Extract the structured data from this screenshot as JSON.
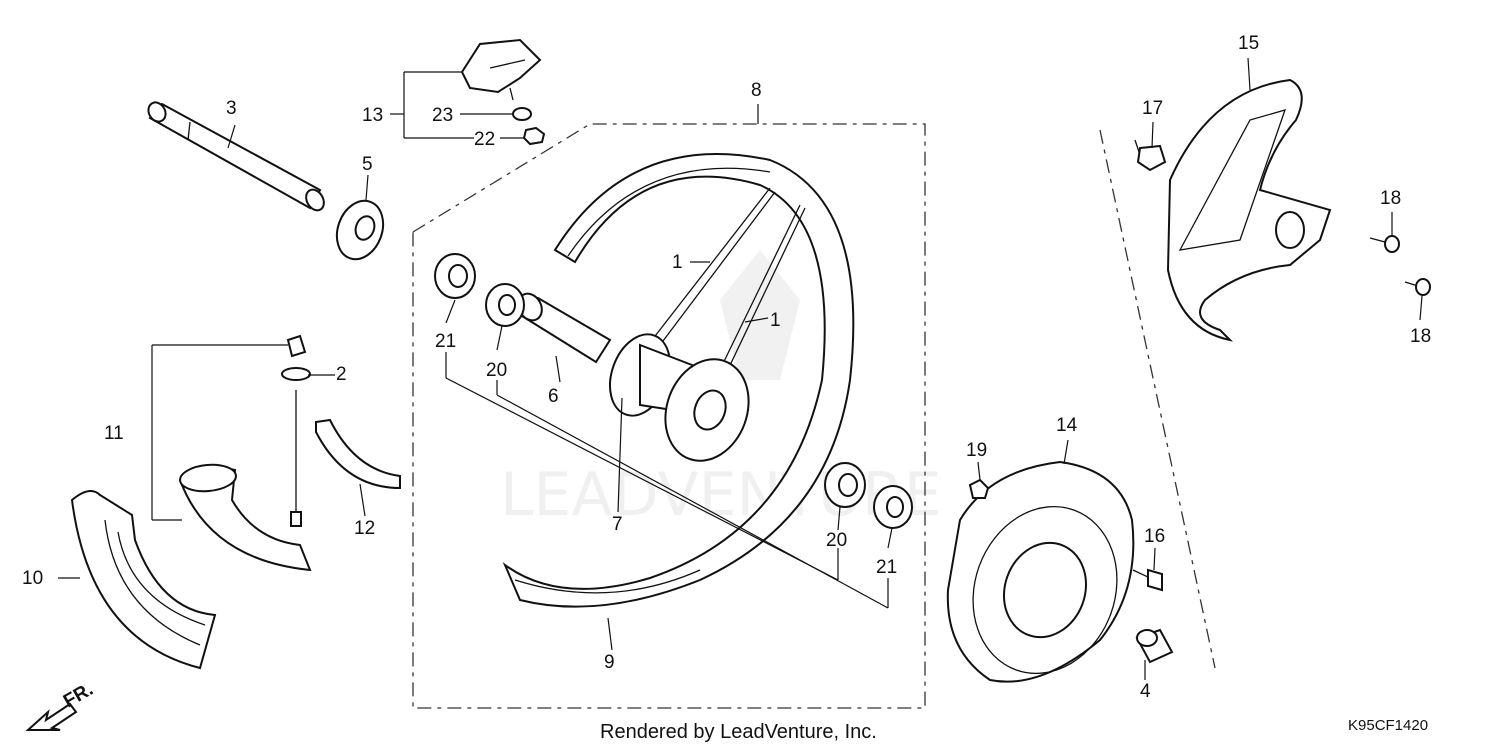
{
  "callouts": {
    "c1a": "1",
    "c1b": "1",
    "c2": "2",
    "c3": "3",
    "c4": "4",
    "c5": "5",
    "c6": "6",
    "c7": "7",
    "c8": "8",
    "c9": "9",
    "c10": "10",
    "c11": "11",
    "c12": "12",
    "c13": "13",
    "c14": "14",
    "c15": "15",
    "c16": "16",
    "c17": "17",
    "c18a": "18",
    "c18b": "18",
    "c19": "19",
    "c20a": "20",
    "c20b": "20",
    "c21a": "21",
    "c21b": "21",
    "c22": "22",
    "c23": "23"
  },
  "direction_label": "FR.",
  "footer_credit": "Rendered by LeadVenture, Inc.",
  "diagram_code": "K95CF1420",
  "watermark": "LEADVENTURE"
}
